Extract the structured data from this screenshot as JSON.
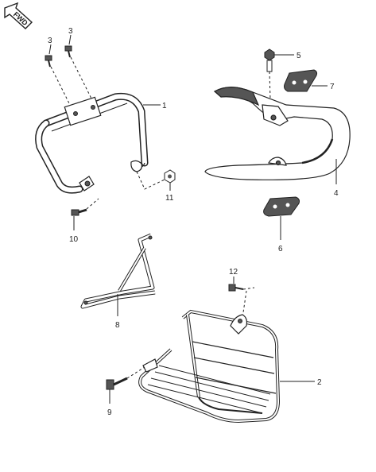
{
  "fwd_badge": {
    "label": "FWD"
  },
  "parts": [
    {
      "id": "p1",
      "number": "1"
    },
    {
      "id": "p2",
      "number": "2"
    },
    {
      "id": "p3a",
      "number": "3"
    },
    {
      "id": "p3b",
      "number": "3"
    },
    {
      "id": "p4",
      "number": "4"
    },
    {
      "id": "p5",
      "number": "5"
    },
    {
      "id": "p6",
      "number": "6"
    },
    {
      "id": "p7",
      "number": "7"
    },
    {
      "id": "p8",
      "number": "8"
    },
    {
      "id": "p9",
      "number": "9"
    },
    {
      "id": "p10",
      "number": "10"
    },
    {
      "id": "p11",
      "number": "11"
    },
    {
      "id": "p12",
      "number": "12"
    }
  ],
  "colors": {
    "line": "#222222",
    "shade": "#555555",
    "fill": "#ffffff"
  }
}
